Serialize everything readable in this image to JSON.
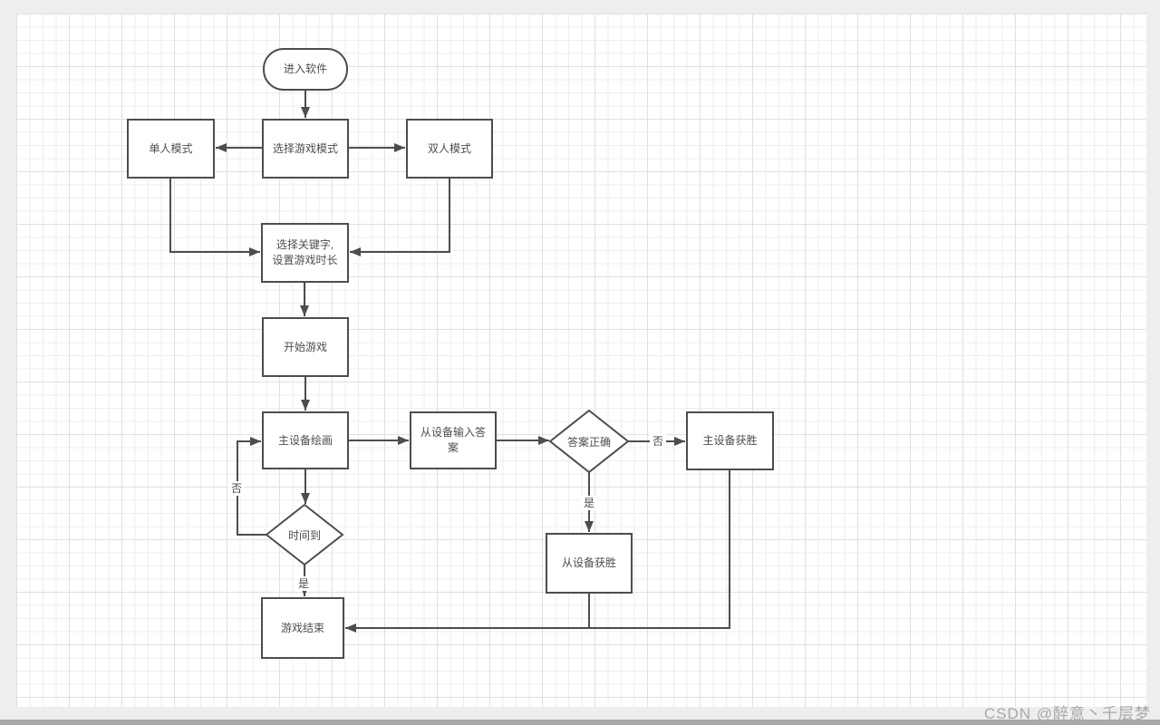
{
  "page": {
    "watermark": "CSDN @醉意丶千层梦"
  },
  "colors": {
    "margin_bg": "#eeeeee",
    "canvas_bg": "#ffffff",
    "grid_minor": "#ededed",
    "grid_major": "#e0e0e0",
    "shape_stroke": "#4d4d4d",
    "shape_fill": "#ffffff",
    "text": "#4d4d4d",
    "watermark_text": "#a8a8a8",
    "bottom_bar": "#a9a9a9"
  },
  "diagram": {
    "nodes": [
      {
        "id": "enter-software",
        "type": "terminator",
        "label": "进入软件"
      },
      {
        "id": "select-game-mode",
        "type": "process",
        "label": "选择游戏模式"
      },
      {
        "id": "single-mode",
        "type": "process",
        "label": "单人模式"
      },
      {
        "id": "double-mode",
        "type": "process",
        "label": "双人模式"
      },
      {
        "id": "select-keyword",
        "type": "process",
        "label": "选择关键字,\n设置游戏时长"
      },
      {
        "id": "start-game",
        "type": "process",
        "label": "开始游戏"
      },
      {
        "id": "host-draw",
        "type": "process",
        "label": "主设备绘画"
      },
      {
        "id": "slave-answer",
        "type": "process",
        "label": "从设备输入答\n案"
      },
      {
        "id": "answer-correct",
        "type": "decision",
        "label": "答案正确"
      },
      {
        "id": "host-win",
        "type": "process",
        "label": "主设备获胜"
      },
      {
        "id": "time-up",
        "type": "decision",
        "label": "时间到"
      },
      {
        "id": "slave-win",
        "type": "process",
        "label": "从设备获胜"
      },
      {
        "id": "game-over",
        "type": "process",
        "label": "游戏结束"
      }
    ],
    "edge_labels": [
      {
        "id": "answer-no",
        "label": "否"
      },
      {
        "id": "answer-yes",
        "label": "是"
      },
      {
        "id": "time-no",
        "label": "否"
      },
      {
        "id": "time-yes",
        "label": "是"
      }
    ]
  }
}
